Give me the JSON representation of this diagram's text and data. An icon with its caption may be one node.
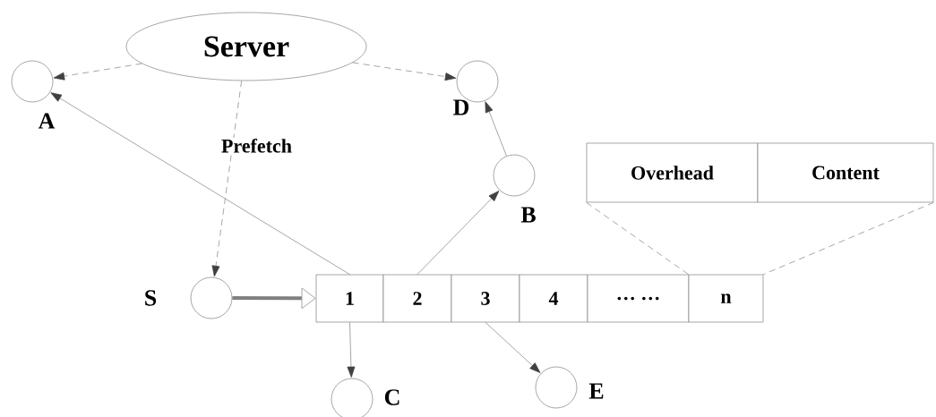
{
  "diagram": {
    "nodes": [
      {
        "text": [
          "Server"
        ]
      },
      {
        "text": [],
        "shape": "circle",
        "beside": [
          "A"
        ]
      },
      {
        "text": [],
        "shape": "circle",
        "beside": [
          "D"
        ]
      },
      {
        "text": [],
        "shape": "circle",
        "beside": [
          "B"
        ]
      },
      {
        "text": [],
        "shape": "circle",
        "beside": [
          "S"
        ]
      },
      {
        "text": [
          "1"
        ]
      },
      {
        "text": [
          "2"
        ]
      },
      {
        "text": [
          "3"
        ]
      },
      {
        "text": [
          "4"
        ]
      },
      {
        "text": [
          "… …"
        ]
      },
      {
        "text": [
          "n"
        ]
      },
      {
        "text": [
          "Overhead"
        ]
      },
      {
        "text": [
          "Content"
        ]
      },
      {
        "text": [],
        "shape": "circle",
        "beside": [
          "C"
        ]
      },
      {
        "text": [],
        "shape": "circle",
        "beside": [
          "E"
        ]
      }
    ],
    "edges": [
      {
        "from": 0,
        "to": 1,
        "arrow": "to",
        "style": "dashed"
      },
      {
        "from": 0,
        "to": 2,
        "arrow": "to",
        "style": "dashed"
      },
      {
        "from": 0,
        "to": 4,
        "arrow": "to",
        "style": "dashed",
        "label": "Prefetch"
      },
      {
        "from": 5,
        "to": 1,
        "arrow": "to"
      },
      {
        "from": 6,
        "to": 3,
        "arrow": "to"
      },
      {
        "from": 3,
        "to": 2,
        "arrow": "to"
      },
      {
        "from": 4,
        "to": 5,
        "arrow": "to",
        "style": "thick"
      },
      {
        "from": 5,
        "to": 13,
        "arrow": "to"
      },
      {
        "from": 7,
        "to": 14,
        "arrow": "to"
      },
      {
        "from": 11,
        "to": 10,
        "arrow": "none",
        "style": "dashed"
      },
      {
        "from": 12,
        "to": 10,
        "arrow": "none",
        "style": "dashed"
      }
    ]
  }
}
